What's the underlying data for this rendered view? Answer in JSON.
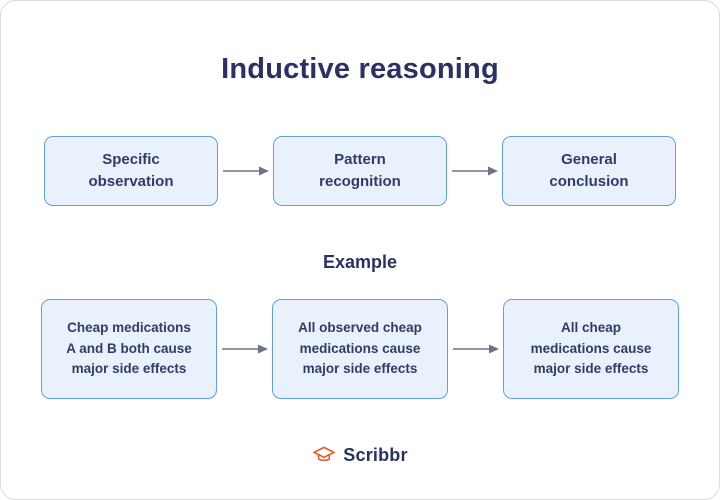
{
  "title": "Inductive reasoning",
  "flow": {
    "steps": [
      {
        "label": "Specific\nobservation"
      },
      {
        "label": "Pattern\nrecognition"
      },
      {
        "label": "General\nconclusion"
      }
    ]
  },
  "example": {
    "heading": "Example",
    "steps": [
      {
        "label": "Cheap medications\nA and B both cause\nmajor side effects"
      },
      {
        "label": "All observed cheap\nmedications cause\nmajor side effects"
      },
      {
        "label": "All cheap\nmedications cause\nmajor side effects"
      }
    ]
  },
  "footer": {
    "brand": "Scribbr"
  },
  "colors": {
    "navy_text": "#2a3164",
    "box_fill": "#e9f2fc",
    "box_border": "#5ea2dc",
    "arrow_gray": "#6d7486",
    "brand_orange": "#e9572c",
    "card_border": "#d9dbe0"
  }
}
